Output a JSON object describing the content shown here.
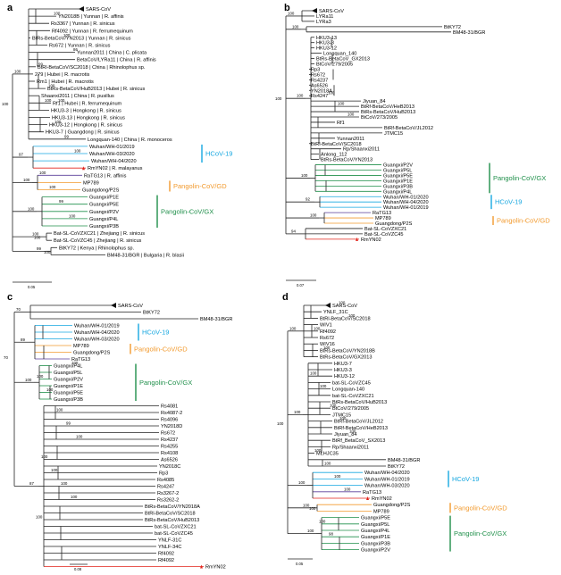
{
  "colors": {
    "black": "#111111",
    "blue": "#16a7e0",
    "orange": "#f29a2e",
    "green": "#1f8f4a",
    "red": "#e2231a",
    "purple": "#5a3e9a"
  },
  "panels": [
    {
      "key": "a",
      "letter": "a",
      "scalebar": "0.05",
      "clades": [
        {
          "name": "HCoV-19",
          "color": "blue"
        },
        {
          "name": "Pangolin-CoV/GD",
          "color": "orange"
        },
        {
          "name": "Pangolin-CoV/GX",
          "color": "green"
        }
      ],
      "leaves": [
        {
          "text": "SARS-CoV",
          "color": "black"
        },
        {
          "text": "YN2018B | Yunnan | R. affinis",
          "color": "black"
        },
        {
          "text": "Rs3367 | Yunnan | R. sinicus",
          "color": "black"
        },
        {
          "text": "Rf4092 | Yunnan | R. ferrumequinum",
          "color": "black"
        },
        {
          "text": "BtRs-BetaCoV/YN2013 | Yunnan | R. sinicus",
          "color": "black"
        },
        {
          "text": "Rs672 | Yunnan | R. sinicus",
          "color": "black"
        },
        {
          "text": "Yunnan2011 | China | C. plicata",
          "color": "black"
        },
        {
          "text": "BetaCoV/LYRa11 | China | R. affinis",
          "color": "black"
        },
        {
          "text": "BtRl-BetaCoV/SC2018 | China | Rhinolophus sp.",
          "color": "black"
        },
        {
          "text": "279 | Hubei | R. macrotis",
          "color": "black"
        },
        {
          "text": "Rm1 | Hubei | R. macrotis",
          "color": "black"
        },
        {
          "text": "BtRs-BetaCoV/HuB2013 | Hubei | R. sinicus",
          "color": "black"
        },
        {
          "text": "Shaanxi2011 | China | R. pusillus",
          "color": "black"
        },
        {
          "text": "Rf1 | Hubei | R. ferrumequinum",
          "color": "black"
        },
        {
          "text": "HKU3-3 | Hongkong | R. sinicus",
          "color": "black"
        },
        {
          "text": "HKU3-13 | Hongkong | R. sinicus",
          "color": "black"
        },
        {
          "text": "HKU3-12 | Hongkong | R. sinicus",
          "color": "black"
        },
        {
          "text": "HKU3-7 | Guangdong | R. sinicus",
          "color": "black"
        },
        {
          "text": "Longquan-140 | China | R. monoceros",
          "color": "black"
        },
        {
          "text": "Wuhan/WH-01/2019",
          "color": "blue"
        },
        {
          "text": "Wuhan/WH-03/2020",
          "color": "blue"
        },
        {
          "text": "Wuhan/WH-04/2020",
          "color": "blue"
        },
        {
          "text": "RmYN02 | R. malayanus",
          "color": "red"
        },
        {
          "text": "RaTG13 | R. affinis",
          "color": "purple"
        },
        {
          "text": "MP789",
          "color": "orange"
        },
        {
          "text": "Guangdong/P2S",
          "color": "orange"
        },
        {
          "text": "Guangxi/P1E",
          "color": "green"
        },
        {
          "text": "Guangxi/P5E",
          "color": "green"
        },
        {
          "text": "Guangxi/P2V",
          "color": "green"
        },
        {
          "text": "Guangxi/P4L",
          "color": "green"
        },
        {
          "text": "Guangxi/P3B",
          "color": "green"
        },
        {
          "text": "Bat-SL-CoVZXC21 | Zhejiang | R. sinicus",
          "color": "black"
        },
        {
          "text": "Bat-SL-CoVZC45 | Zhejiang | R. sinicus",
          "color": "black"
        },
        {
          "text": "BtKY72 | Kenya | Rhinolophus sp.",
          "color": "black"
        },
        {
          "text": "BM48-31/BGR | Bulgaria | R. blasii",
          "color": "black"
        }
      ],
      "support": [
        "100",
        "97",
        "100",
        "100",
        "100",
        "99",
        "100",
        "100",
        "99",
        "100",
        "100",
        "100",
        "99",
        "100",
        "100",
        "100",
        "100",
        "100",
        "86",
        "99",
        "100",
        "100"
      ]
    },
    {
      "key": "b",
      "letter": "b",
      "scalebar": "0.07",
      "clades": [
        {
          "name": "Pangolin-CoV/GX",
          "color": "green"
        },
        {
          "name": "HCoV-19",
          "color": "blue"
        },
        {
          "name": "Pangolin-CoV/GD",
          "color": "orange"
        }
      ],
      "leaves": [
        {
          "text": "SARS-CoV",
          "color": "black"
        },
        {
          "text": "LYRa11",
          "color": "black"
        },
        {
          "text": "LYRa3",
          "color": "black"
        },
        {
          "text": "BtKY72",
          "color": "black"
        },
        {
          "text": "BM48-31/BGR",
          "color": "black"
        },
        {
          "text": "HKU3-13",
          "color": "black"
        },
        {
          "text": "HKU3-3",
          "color": "black"
        },
        {
          "text": "HKU3-12",
          "color": "black"
        },
        {
          "text": "Longquan_140",
          "color": "black"
        },
        {
          "text": "BtRs-BetaCoV_GX2013",
          "color": "black"
        },
        {
          "text": "BtCoV/279/2005",
          "color": "black"
        },
        {
          "text": "Rp3",
          "color": "black"
        },
        {
          "text": "Rs672",
          "color": "black"
        },
        {
          "text": "Rs4237",
          "color": "black"
        },
        {
          "text": "As6526",
          "color": "black"
        },
        {
          "text": "YN2018A",
          "color": "black"
        },
        {
          "text": "Rs4247",
          "color": "black"
        },
        {
          "text": "Jiyuan_84",
          "color": "black"
        },
        {
          "text": "BtRf-BetaCoV/HeB2013",
          "color": "black"
        },
        {
          "text": "BtRs-BetaCoV/HuB2013",
          "color": "black"
        },
        {
          "text": "BtCoV/273/2005",
          "color": "black"
        },
        {
          "text": "Rf1",
          "color": "black"
        },
        {
          "text": "BtRf-BetaCoV/JL2012",
          "color": "black"
        },
        {
          "text": "JTMC15",
          "color": "black"
        },
        {
          "text": "Yunnan2011",
          "color": "black"
        },
        {
          "text": "BtRl-BetaCoV/SC2018",
          "color": "black"
        },
        {
          "text": "Rp/Shaanxi2011",
          "color": "black"
        },
        {
          "text": "Anlong_112",
          "color": "black"
        },
        {
          "text": "BtRs-BetaCoV/YN2013",
          "color": "black"
        },
        {
          "text": "Guangxi/P2V",
          "color": "green"
        },
        {
          "text": "Guangxi/P5L",
          "color": "green"
        },
        {
          "text": "Guangxi/P5E",
          "color": "green"
        },
        {
          "text": "Guangxi/P1E",
          "color": "green"
        },
        {
          "text": "Guangxi/P3B",
          "color": "green"
        },
        {
          "text": "Guangxi/P4L",
          "color": "green"
        },
        {
          "text": "Wuhan/WH-01/2020",
          "color": "blue"
        },
        {
          "text": "Wuhan/WH-04/2020",
          "color": "blue"
        },
        {
          "text": "Wuhan/WH-01/2019",
          "color": "blue"
        },
        {
          "text": "RaTG13",
          "color": "purple"
        },
        {
          "text": "MP789",
          "color": "orange"
        },
        {
          "text": "Guangdong/P2S",
          "color": "orange"
        },
        {
          "text": "Bat-SL-CoVZXC21",
          "color": "black"
        },
        {
          "text": "Bat-SL-CoVZC45",
          "color": "black"
        },
        {
          "text": "RmYN02",
          "color": "red"
        }
      ],
      "support": [
        "100",
        "100",
        "100",
        "100",
        "92",
        "100",
        "94",
        "100",
        "100",
        "100"
      ]
    },
    {
      "key": "c",
      "letter": "c",
      "scalebar": "0.08",
      "clades": [
        {
          "name": "HCoV-19",
          "color": "blue"
        },
        {
          "name": "Pangolin-CoV/GD",
          "color": "orange"
        },
        {
          "name": "Pangolin-CoV/GX",
          "color": "green"
        }
      ],
      "leaves": [
        {
          "text": "SARS-CoV",
          "color": "black"
        },
        {
          "text": "BtKY72",
          "color": "black"
        },
        {
          "text": "BM48-31/BGR",
          "color": "black"
        },
        {
          "text": "Wuhan/WH-01/2019",
          "color": "blue"
        },
        {
          "text": "Wuhan/WH-04/2020",
          "color": "blue"
        },
        {
          "text": "Wuhan/WH-03/2020",
          "color": "blue"
        },
        {
          "text": "MP789",
          "color": "orange"
        },
        {
          "text": "Guangdong/P2S",
          "color": "orange"
        },
        {
          "text": "RaTG13",
          "color": "purple"
        },
        {
          "text": "Guangxi/P4L",
          "color": "green"
        },
        {
          "text": "Guangxi/P5L",
          "color": "green"
        },
        {
          "text": "Guangxi/P2V",
          "color": "green"
        },
        {
          "text": "Guangxi/P1E",
          "color": "green"
        },
        {
          "text": "Guangxi/P5E",
          "color": "green"
        },
        {
          "text": "Guangxi/P3B",
          "color": "green"
        },
        {
          "text": "Rs4081",
          "color": "black"
        },
        {
          "text": "Rs4087-2",
          "color": "black"
        },
        {
          "text": "Rs4096",
          "color": "black"
        },
        {
          "text": "YN2018D",
          "color": "black"
        },
        {
          "text": "Rs672",
          "color": "black"
        },
        {
          "text": "Rs4237",
          "color": "black"
        },
        {
          "text": "Rs4255",
          "color": "black"
        },
        {
          "text": "Rs4108",
          "color": "black"
        },
        {
          "text": "As6526",
          "color": "black"
        },
        {
          "text": "YN2018C",
          "color": "black"
        },
        {
          "text": "Rp3",
          "color": "black"
        },
        {
          "text": "Rs4085",
          "color": "black"
        },
        {
          "text": "Rs4247",
          "color": "black"
        },
        {
          "text": "Rs3267-2",
          "color": "black"
        },
        {
          "text": "Rs3262-2",
          "color": "black"
        },
        {
          "text": "BtRs-BetaCoV/YN2018A",
          "color": "black"
        },
        {
          "text": "BtRl-BetaCoV/SC2018",
          "color": "black"
        },
        {
          "text": "BtRs-BetaCoV/HuB2013",
          "color": "black"
        },
        {
          "text": "bat-SL-CoVZXC21",
          "color": "black"
        },
        {
          "text": "bat-SL-CoVZC45",
          "color": "black"
        },
        {
          "text": "YNLF-31C",
          "color": "black"
        },
        {
          "text": "YNLF-34C",
          "color": "black"
        },
        {
          "text": "Rf4092",
          "color": "black"
        },
        {
          "text": "Rf4092",
          "color": "black"
        },
        {
          "text": "RmYN02",
          "color": "red"
        }
      ],
      "support": [
        "70",
        "89",
        "100",
        "87",
        "100",
        "100",
        "100",
        "100",
        "99",
        "100",
        "100",
        "100",
        "100",
        "100",
        "100"
      ]
    },
    {
      "key": "d",
      "letter": "d",
      "scalebar": "0.05",
      "clades": [
        {
          "name": "HCoV-19",
          "color": "blue"
        },
        {
          "name": "Pangolin-CoV/GD",
          "color": "orange"
        },
        {
          "name": "Pangolin-CoV/GX",
          "color": "green"
        }
      ],
      "leaves": [
        {
          "text": "SARS-CoV",
          "color": "black"
        },
        {
          "text": "YNLF_31C",
          "color": "black"
        },
        {
          "text": "BtRl-BetaCoV/SC2018",
          "color": "black"
        },
        {
          "text": "WIV1",
          "color": "black"
        },
        {
          "text": "Rf4092",
          "color": "black"
        },
        {
          "text": "Rs672",
          "color": "black"
        },
        {
          "text": "WIV16",
          "color": "black"
        },
        {
          "text": "BtRs-BetaCoV/YN2018B",
          "color": "black"
        },
        {
          "text": "BtRs-BetaCoV/GX2013",
          "color": "black"
        },
        {
          "text": "HKU3-7",
          "color": "black"
        },
        {
          "text": "HKU3-3",
          "color": "black"
        },
        {
          "text": "HKU3-12",
          "color": "black"
        },
        {
          "text": "bat-SL-CoVZC45",
          "color": "black"
        },
        {
          "text": "Longquan-140",
          "color": "black"
        },
        {
          "text": "bat-SL-CoVZXC21",
          "color": "black"
        },
        {
          "text": "BtRs-BetaCoV/HuB2013",
          "color": "black"
        },
        {
          "text": "BtCoV/279/2005",
          "color": "black"
        },
        {
          "text": "JTMC15",
          "color": "black"
        },
        {
          "text": "BtRf-BetaCoV/JL2012",
          "color": "black"
        },
        {
          "text": "BtRf-BetaCoV/HeB2013",
          "color": "black"
        },
        {
          "text": "Jiyuan_84",
          "color": "black"
        },
        {
          "text": "BtRf_BetaCoV_SX2013",
          "color": "black"
        },
        {
          "text": "Rp/Shaanxi2011",
          "color": "black"
        },
        {
          "text": "MLHJC35",
          "color": "black"
        },
        {
          "text": "BM48-31/BGR",
          "color": "black"
        },
        {
          "text": "BtKY72",
          "color": "black"
        },
        {
          "text": "Wuhan/WH-04/2020",
          "color": "blue"
        },
        {
          "text": "Wuhan/WH-01/2019",
          "color": "blue"
        },
        {
          "text": "Wuhan/WH-03/2020",
          "color": "blue"
        },
        {
          "text": "RaTG13",
          "color": "purple"
        },
        {
          "text": "RmYN02",
          "color": "red"
        },
        {
          "text": "Guangdong/P2S",
          "color": "orange"
        },
        {
          "text": "MP789",
          "color": "orange"
        },
        {
          "text": "Guangxi/P5E",
          "color": "green"
        },
        {
          "text": "Guangxi/P5L",
          "color": "green"
        },
        {
          "text": "Guangxi/P4L",
          "color": "green"
        },
        {
          "text": "Guangxi/P1E",
          "color": "green"
        },
        {
          "text": "Guangxi/P3B",
          "color": "green"
        },
        {
          "text": "Guangxi/P2V",
          "color": "green"
        }
      ],
      "support": [
        "100",
        "100",
        "100",
        "100",
        "100",
        "100",
        "100",
        "100",
        "100",
        "100",
        "100",
        "100",
        "100",
        "100",
        "100",
        "100",
        "98",
        "100",
        "100",
        "100",
        "100"
      ]
    }
  ]
}
